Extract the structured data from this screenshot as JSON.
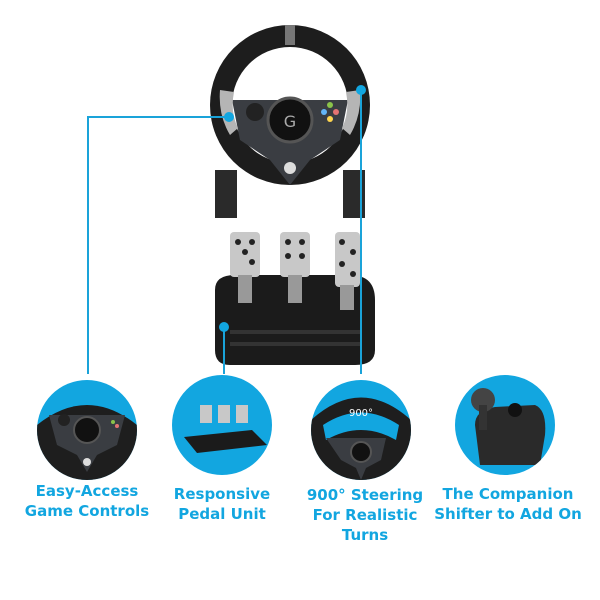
{
  "accent_color": "#12a6e0",
  "hero": {
    "product": "racing wheel and pedals",
    "wheel_logo": "G"
  },
  "features": [
    {
      "label_line1": "Easy-Access",
      "label_line2": "Game Controls",
      "label_line3": "",
      "icon": "wheel-controls"
    },
    {
      "label_line1": "Responsive",
      "label_line2": "Pedal Unit",
      "label_line3": "",
      "icon": "pedal-unit"
    },
    {
      "label_line1": "900° Steering",
      "label_line2": "For Realistic",
      "label_line3": "Turns",
      "icon": "steering-rotation",
      "badge": "900°"
    },
    {
      "label_line1": "The Companion",
      "label_line2": "Shifter to Add On",
      "label_line3": "",
      "icon": "gear-shifter"
    }
  ]
}
